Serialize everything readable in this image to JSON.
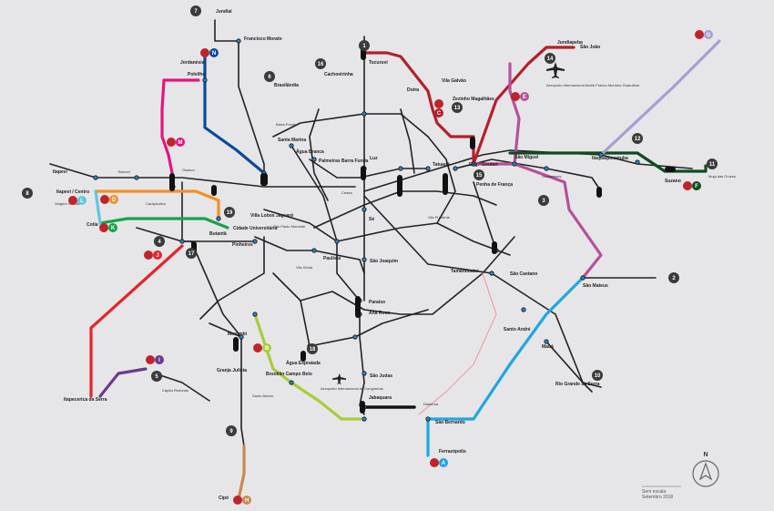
{
  "colors": {
    "A": "#1ea7e1",
    "B": "#a6cd39",
    "C": "#b41f2a",
    "D": "#f39023",
    "E": "#b5519a",
    "F": "#0f4c1f",
    "G": "#a59fd1",
    "H": "#c8894f",
    "I": "#6a3a8c",
    "J": "#e3262a",
    "K": "#17a34a",
    "L": "#64c6dd",
    "M": "#e4147e",
    "N": "#0b4a9a",
    "rail": "#222222",
    "pink": "#f0a0a8"
  },
  "line_badges": [
    {
      "letter": "A",
      "color": "#1ea7e1"
    },
    {
      "letter": "B",
      "color": "#a6cd39"
    },
    {
      "letter": "C",
      "color": "#b41f2a"
    },
    {
      "letter": "D",
      "color": "#f39023"
    },
    {
      "letter": "E",
      "color": "#b5519a"
    },
    {
      "letter": "F",
      "color": "#0f4c1f"
    },
    {
      "letter": "G",
      "color": "#a59fd1"
    },
    {
      "letter": "H",
      "color": "#c8894f"
    },
    {
      "letter": "I",
      "color": "#6a3a8c"
    },
    {
      "letter": "J",
      "color": "#e3262a"
    },
    {
      "letter": "K",
      "color": "#17a34a"
    },
    {
      "letter": "L",
      "color": "#64c6dd"
    },
    {
      "letter": "M",
      "color": "#e4147e"
    },
    {
      "letter": "N",
      "color": "#0b4a9a"
    }
  ],
  "number_badges": [
    "1",
    "2",
    "3",
    "4",
    "5",
    "6",
    "7",
    "8",
    "9",
    "10",
    "11",
    "12",
    "13",
    "14",
    "15",
    "16",
    "17",
    "18",
    "19"
  ],
  "stations": [
    "Jundiaí",
    "Francisco Morato",
    "Jordanésia",
    "Polvilho",
    "Brasilândia",
    "Cachoeirinha",
    "Tucuruvi",
    "Vila Galvão",
    "São João",
    "Aeroporto Internacional André Franco Montoro Guarulhos",
    "Dutra",
    "Zezinho Magalhães",
    "Jundiapeba",
    "Santa Marina",
    "Água Branca",
    "Palmeiras Barra Funda",
    "Luz",
    "Tatuapé",
    "Eng.º Goulart",
    "Penha de França",
    "Itapevi",
    "Itapevi / Centro",
    "Barueri",
    "Osasco",
    "Cotia",
    "Vargem Grande",
    "São Miguel",
    "Itaquaquecetuba",
    "Guaianases",
    "Suzano",
    "Mogi das Cruzes",
    "Carapicuíba",
    "Butantã",
    "Pinheiros",
    "Cidade Universitária",
    "Villa Lobos Jaguaré",
    "Sé",
    "São Paulo Morumbi",
    "Vila Sônia",
    "Paulista",
    "São Joaquim",
    "Vila Prudente",
    "Tamanduateí",
    "São Caetano",
    "Santo André",
    "São Mateus",
    "Mauá",
    "Paraíso",
    "Ana Rosa",
    "Morumbi",
    "Granja Julieta",
    "Água Espraiada",
    "Brooklin Campo Belo",
    "São Judas",
    "Jabaquara",
    "Diadema",
    "São Bernardo",
    "Ferrazópolis",
    "Capão Redondo",
    "Itapecerica da Serra",
    "Rio Grande da Serra",
    "Cipó",
    "Aeroporto Internacional de Congonhas",
    "Ceasa",
    "Barra Funda",
    "Santo Amaro"
  ],
  "scale": {
    "title": "Sem escala",
    "date": "Setembro 2018"
  },
  "north": "N"
}
